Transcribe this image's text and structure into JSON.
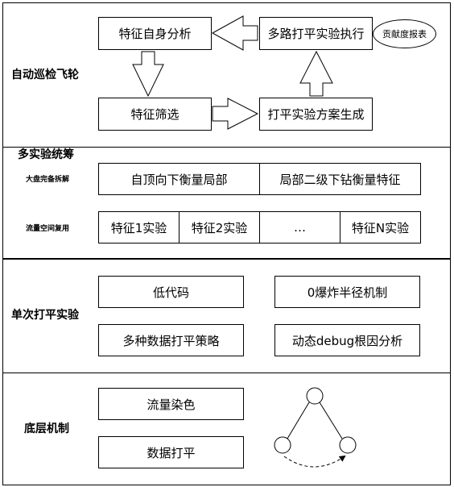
{
  "sections": {
    "flywheel": {
      "label": "自动巡检飞轮",
      "boxes": {
        "feature_analysis": "特征自身分析",
        "multi_exec": "多路打平实验执行",
        "contribution": "贡献度报表",
        "feature_filter": "特征筛选",
        "plan_gen": "打平实验方案生成"
      }
    },
    "multi_exp": {
      "label": "多实验统筹",
      "row1_label": "大盘完备拆解",
      "row1_boxes": [
        "自顶向下衡量局部",
        "局部二级下钻衡量特征"
      ],
      "row2_label": "流量空间复用",
      "row2_boxes": [
        "特征1实验",
        "特征2实验",
        "…",
        "特征N实验"
      ]
    },
    "single_exp": {
      "label": "单次打平实验",
      "boxes": [
        "低代码",
        "0爆炸半径机制",
        "多种数据打平策略",
        "动态debug根因分析"
      ]
    },
    "base": {
      "label": "底层机制",
      "boxes": [
        "流量染色",
        "数据打平"
      ]
    }
  }
}
